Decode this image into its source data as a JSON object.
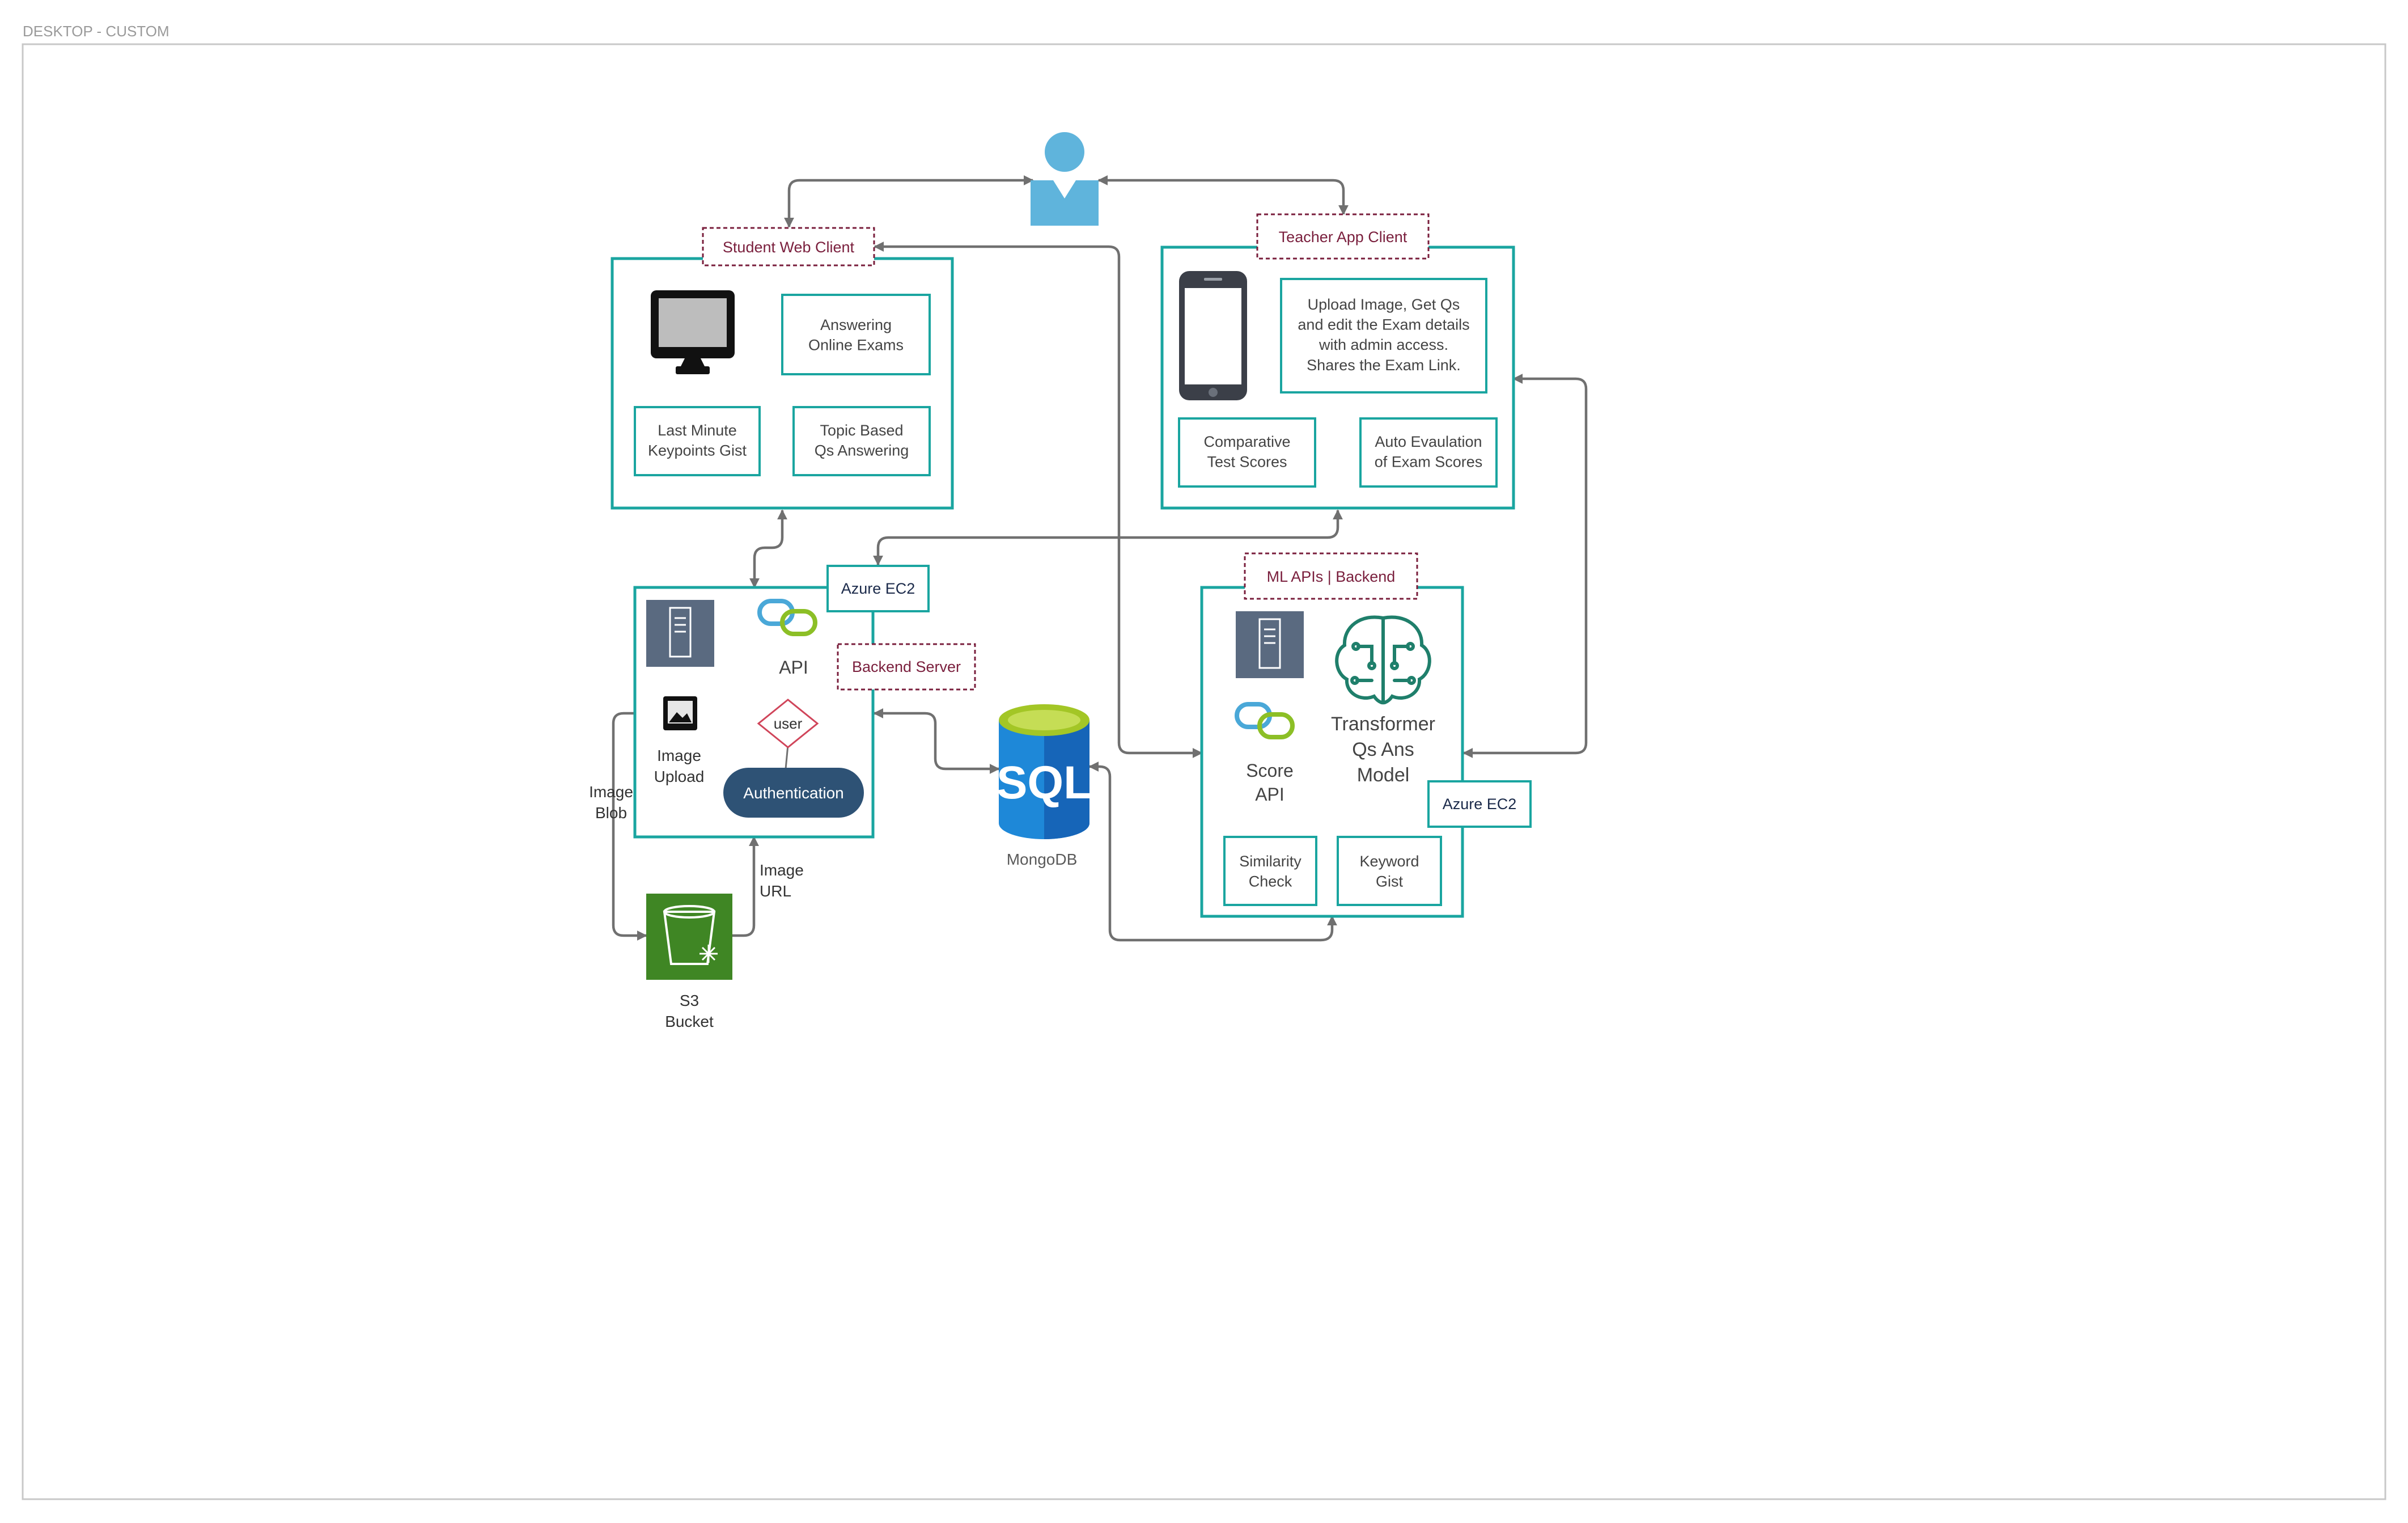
{
  "canvas": {
    "title": "DESKTOP - CUSTOM"
  },
  "colors": {
    "teal": "#1aa5a0",
    "tag": "#7a1f3d",
    "arrow": "#707070",
    "slate": "#5a6a80",
    "navy": "#1b2a4a",
    "auth": "#2e5275",
    "s3": "#3f8624",
    "sql_dark": "#1665b8",
    "sql_light": "#1e88d8",
    "sql_top": "#a3c626",
    "user_icon": "#5fb4dc",
    "brain": "#1f7f6b"
  },
  "student_client": {
    "tag": "Student Web Client",
    "monitor_icon": "monitor-icon",
    "boxes": [
      "Answering\nOnline Exams",
      "Last Minute\nKeypoints Gist",
      "Topic Based\nQs Answering"
    ]
  },
  "teacher_client": {
    "tag": "Teacher App Client",
    "phone_icon": "smartphone-icon",
    "boxes": [
      "Upload Image, Get Qs\nand edit the Exam details\nwith admin access.\nShares the Exam Link.",
      "Comparative\nTest Scores",
      "Auto Evaulation\nof Exam Scores"
    ]
  },
  "backend_server": {
    "tag": "Backend Server",
    "ec2_label": "Azure EC2",
    "api_label": "API",
    "image_upload_label": "Image\nUpload",
    "user_diamond_label": "user",
    "auth_label": "Authentication"
  },
  "ml_backend": {
    "tag": "ML APIs | Backend",
    "ec2_label": "Azure EC2",
    "score_api_label": "Score\nAPI",
    "model_label": "Transformer\nQs Ans\nModel",
    "boxes": [
      "Similarity\nCheck",
      "Keyword\nGist"
    ]
  },
  "database": {
    "icon_text": "SQL",
    "label": "MongoDB"
  },
  "storage": {
    "label": "S3\nBucket"
  },
  "edge_labels": {
    "image_blob": "Image\nBlob",
    "image_url": "Image\nURL"
  }
}
